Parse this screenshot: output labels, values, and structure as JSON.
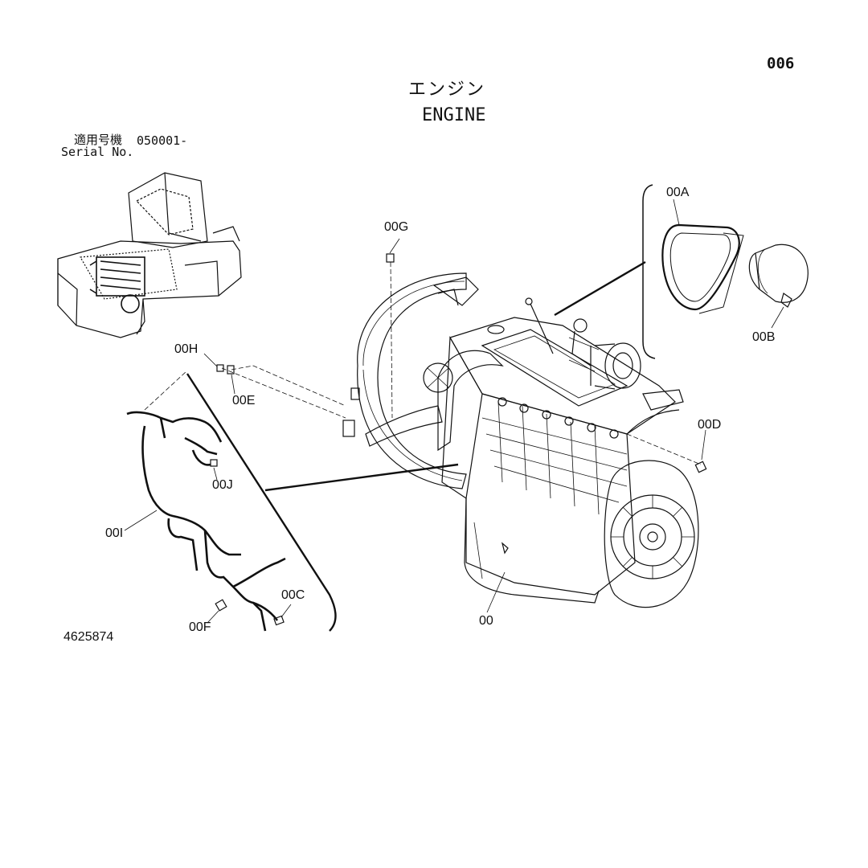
{
  "header": {
    "page_number": "006",
    "title_jp": "エンジン",
    "title_en": "ENGINE",
    "serial_label_jp": "適用号機",
    "serial_from": "050001-",
    "serial_label_en": "Serial No."
  },
  "callouts": {
    "main_engine": "00",
    "belt": "00A",
    "sensor": "00B",
    "plug_c": "00C",
    "plug_d": "00D",
    "plug_e": "00E",
    "plug_f": "00F",
    "plug_g": "00G",
    "plug_h": "00H",
    "harness": "00I",
    "plug_j": "00J"
  },
  "footer": {
    "drawing_number": "4625874"
  }
}
